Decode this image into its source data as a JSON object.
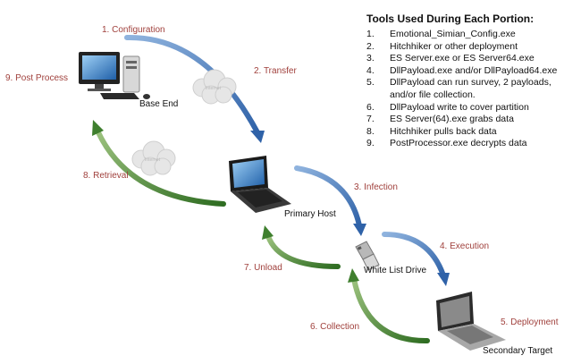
{
  "diagram": {
    "steps": {
      "configuration": "1. Configuration",
      "transfer": "2. Transfer",
      "infection": "3. Infection",
      "execution": "4. Execution",
      "deployment": "5. Deployment",
      "collection": "6. Collection",
      "unload": "7. Unload",
      "retrieval": "8. Retrieval",
      "post_process": "9. Post Process"
    },
    "nodes": {
      "base_end": "Base End",
      "primary_host": "Primary Host",
      "white_list_drive": "White List Drive",
      "secondary_target": "Secondary Target"
    },
    "cloud_label": "Internet",
    "colors": {
      "forward_arrow": "#3f73b5",
      "return_arrow": "#3f7f2e",
      "step_text": "#a0403c"
    }
  },
  "tools": {
    "title": "Tools Used During Each Portion:",
    "items": [
      {
        "num": "1.",
        "text": "Emotional_Simian_Config.exe"
      },
      {
        "num": "2.",
        "text": "Hitchhiker or other deployment"
      },
      {
        "num": "3.",
        "text": "ES Server.exe or ES Server64.exe"
      },
      {
        "num": "4.",
        "text": "DllPayload.exe and/or DllPayload64.exe"
      },
      {
        "num": "5.",
        "text": "DllPayload can run survey, 2 payloads,\n     and/or file collection."
      },
      {
        "num": "6.",
        "text": "DllPayload write to cover partition"
      },
      {
        "num": "7.",
        "text": "ES Server(64).exe grabs data"
      },
      {
        "num": "8.",
        "text": "Hitchhiker pulls back data"
      },
      {
        "num": "9.",
        "text": "PostProcessor.exe decrypts data"
      }
    ]
  }
}
